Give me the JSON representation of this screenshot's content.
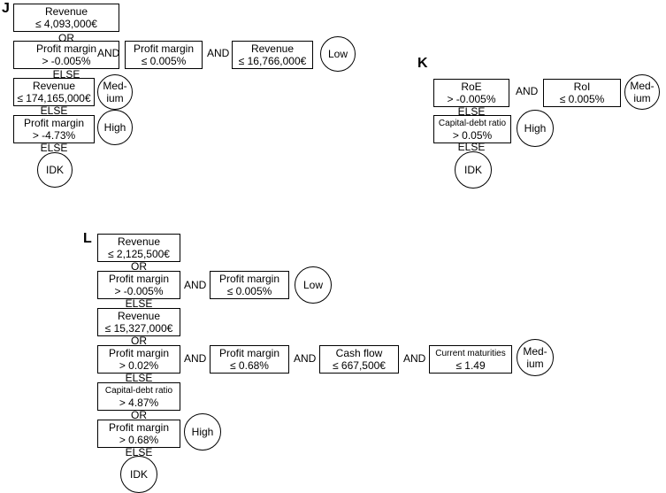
{
  "panels": {
    "J": {
      "label": "J",
      "boxes": [
        {
          "line1": "Revenue",
          "line2": "≤ 4,093,000€"
        },
        {
          "line1": "Profit margin",
          "line2": "> -0.005%"
        },
        {
          "line1": "Profit margin",
          "line2": "≤ 0.005%"
        },
        {
          "line1": "Revenue",
          "line2": "≤ 16,766,000€"
        },
        {
          "line1": "Revenue",
          "line2": "≤ 174,165,000€"
        },
        {
          "line1": "Profit margin",
          "line2": "> -4.73%"
        }
      ],
      "keywords": [
        "OR",
        "AND",
        "AND",
        "ELSE",
        "ELSE",
        "ELSE"
      ],
      "outcomes": [
        {
          "line1": "Low",
          "line2": ""
        },
        {
          "line1": "Med-",
          "line2": "ium"
        },
        {
          "line1": "High",
          "line2": ""
        },
        {
          "line1": "IDK",
          "line2": ""
        }
      ]
    },
    "K": {
      "label": "K",
      "boxes": [
        {
          "line1": "RoE",
          "line2": "> -0.005%"
        },
        {
          "line1": "RoI",
          "line2": "≤ 0.005%"
        },
        {
          "line1": "Capital-debt ratio",
          "line2": "> 0.05%"
        }
      ],
      "keywords": [
        "AND",
        "ELSE",
        "ELSE"
      ],
      "outcomes": [
        {
          "line1": "Med-",
          "line2": "ium"
        },
        {
          "line1": "High",
          "line2": ""
        },
        {
          "line1": "IDK",
          "line2": ""
        }
      ]
    },
    "L": {
      "label": "L",
      "boxes": [
        {
          "line1": "Revenue",
          "line2": "≤ 2,125,500€"
        },
        {
          "line1": "Profit margin",
          "line2": "> -0.005%"
        },
        {
          "line1": "Profit margin",
          "line2": "≤ 0.005%"
        },
        {
          "line1": "Revenue",
          "line2": "≤ 15,327,000€"
        },
        {
          "line1": "Profit margin",
          "line2": "> 0.02%"
        },
        {
          "line1": "Profit margin",
          "line2": "≤ 0.68%"
        },
        {
          "line1": "Cash flow",
          "line2": "≤ 667,500€"
        },
        {
          "line1": "Current maturities",
          "line2": "≤ 1.49"
        },
        {
          "line1": "Capital-debt ratio",
          "line2": "> 4.87%"
        },
        {
          "line1": "Profit margin",
          "line2": "> 0.68%"
        }
      ],
      "keywords": [
        "OR",
        "AND",
        "ELSE",
        "OR",
        "AND",
        "AND",
        "AND",
        "ELSE",
        "OR",
        "ELSE"
      ],
      "outcomes": [
        {
          "line1": "Low",
          "line2": ""
        },
        {
          "line1": "Med-",
          "line2": "ium"
        },
        {
          "line1": "High",
          "line2": ""
        },
        {
          "line1": "IDK",
          "line2": ""
        }
      ]
    }
  }
}
